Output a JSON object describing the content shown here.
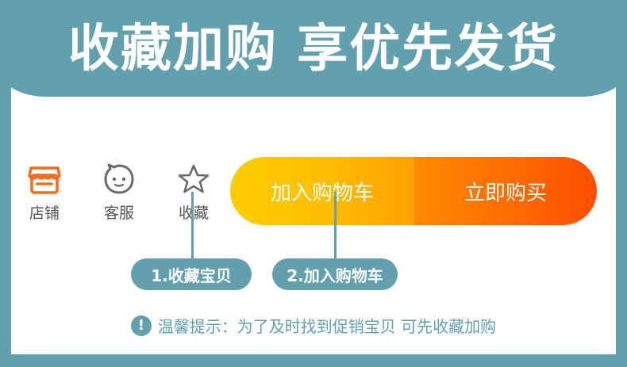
{
  "header": {
    "title": "收藏加购 享优先发货"
  },
  "toolbar": {
    "shop": {
      "label": "店铺",
      "icon": "shop-icon"
    },
    "service": {
      "label": "客服",
      "icon": "chat-face-icon"
    },
    "favorite": {
      "label": "收藏",
      "icon": "star-icon"
    }
  },
  "buttons": {
    "add_to_cart": "加入购物车",
    "buy_now": "立即购买"
  },
  "steps": {
    "step1": "1.收藏宝贝",
    "step2": "2.加入购物车"
  },
  "tip": {
    "icon": "!",
    "text": "温馨提示：为了及时找到促销宝贝 可先收藏加购"
  },
  "colors": {
    "frame": "#62a0ad",
    "accent_orange": "#f26a1b",
    "cart_yellow": "#ffbc00",
    "buy_orange": "#ff6a00"
  }
}
